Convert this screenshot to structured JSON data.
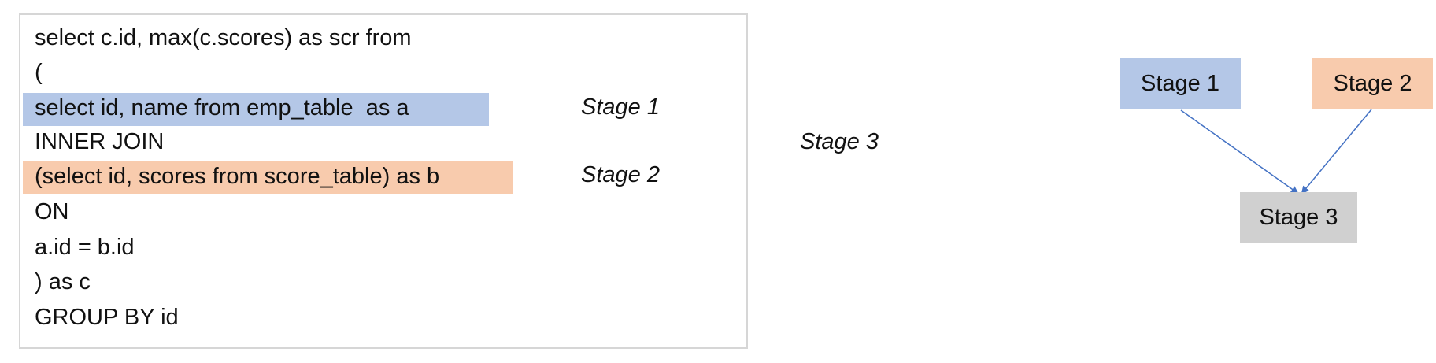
{
  "query": {
    "lines": [
      "select c.id, max(c.scores) as scr from",
      "(",
      "select id, name from emp_table  as a",
      "INNER JOIN",
      "(select id, scores from score_table) as b",
      "ON",
      "a.id = b.id",
      ") as c",
      "GROUP BY id"
    ],
    "annotations": {
      "stage1": "Stage 1",
      "stage2": "Stage 2",
      "stage3": "Stage 3"
    }
  },
  "diagram": {
    "nodes": [
      {
        "id": "stage1",
        "label": "Stage 1",
        "color": "#b4c7e7"
      },
      {
        "id": "stage2",
        "label": "Stage 2",
        "color": "#f8cbad"
      },
      {
        "id": "stage3",
        "label": "Stage 3",
        "color": "#d0d0d0"
      }
    ],
    "edges": [
      {
        "from": "stage1",
        "to": "stage3"
      },
      {
        "from": "stage2",
        "to": "stage3"
      }
    ],
    "edge_color": "#4472c4"
  }
}
